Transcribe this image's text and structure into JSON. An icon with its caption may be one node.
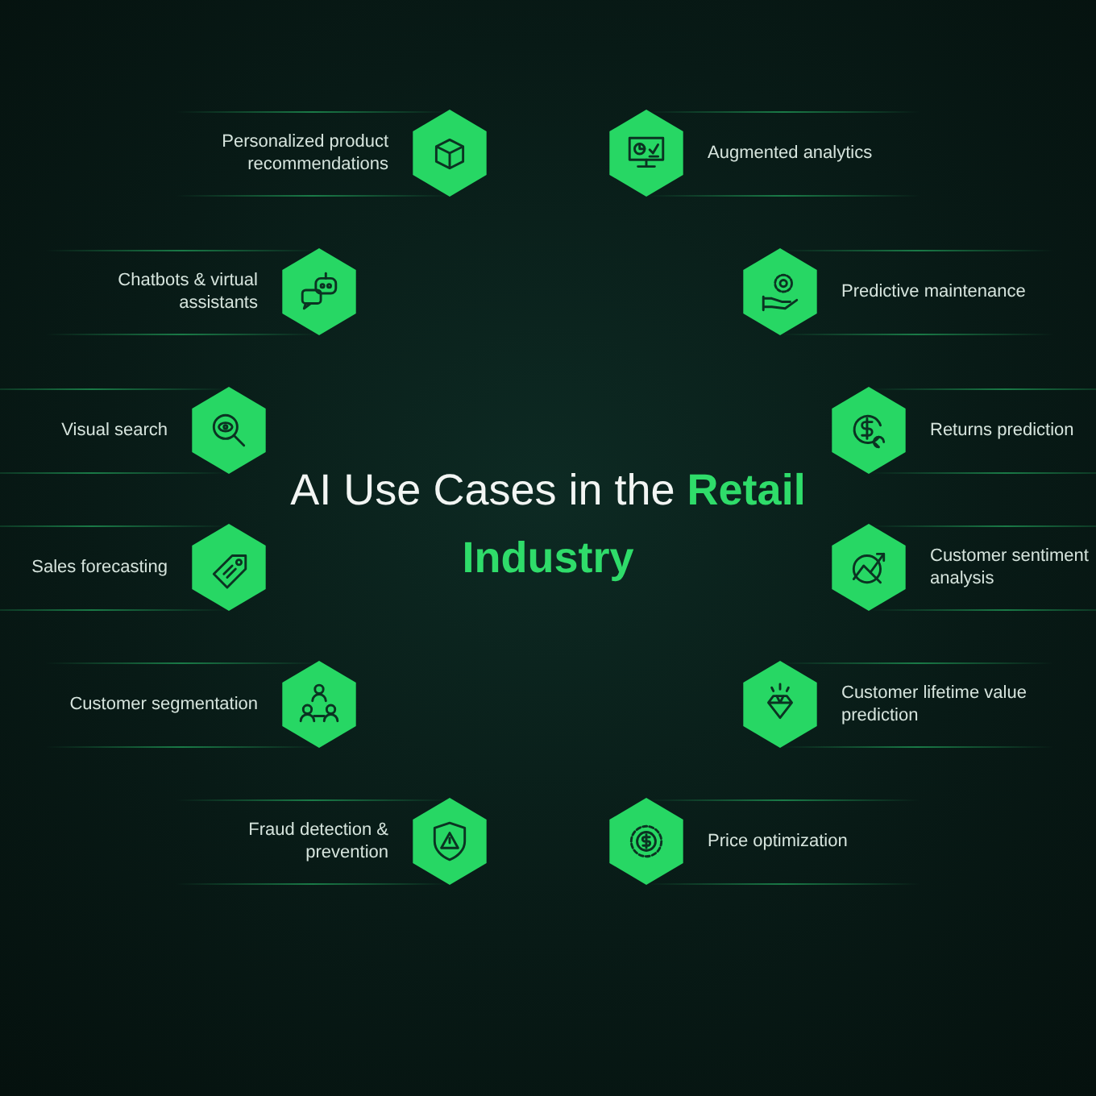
{
  "diagram": {
    "title": "AI Use Cases in the **Retail Industry**",
    "labels": [
      "Personalized product recommendations",
      "Augmented analytics",
      "Chatbots & virtual assistants",
      "Predictive maintenance",
      "Visual search",
      "Returns prediction",
      "Sales forecasting",
      "Customer sentiment analysis",
      "Customer segmentation",
      "Customer lifetime value prediction",
      "Fraud detection & prevention",
      "Price optimization"
    ]
  }
}
